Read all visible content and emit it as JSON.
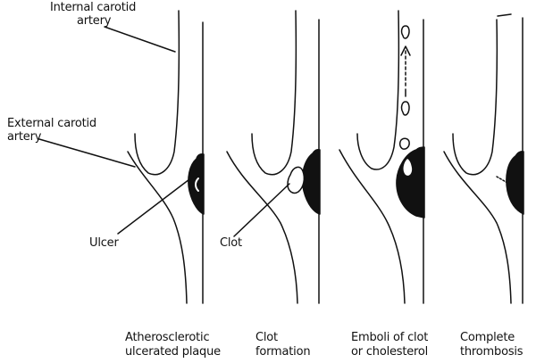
{
  "labels": {
    "internal_carotid": [
      "Internal carotid",
      "artery"
    ],
    "external_carotid": [
      "External carotid",
      "artery"
    ],
    "ulcer": "Ulcer",
    "clot": "Clot"
  },
  "panels": [
    {
      "caption": [
        "Atherosclerotic",
        "ulcerated plaque"
      ]
    },
    {
      "caption": [
        "Clot",
        "formation"
      ]
    },
    {
      "caption": [
        "Emboli of clot",
        "or cholesterol"
      ]
    },
    {
      "caption": [
        "Complete",
        "thrombosis"
      ]
    }
  ],
  "colors": {
    "ink": "#111111",
    "background": "#ffffff"
  }
}
